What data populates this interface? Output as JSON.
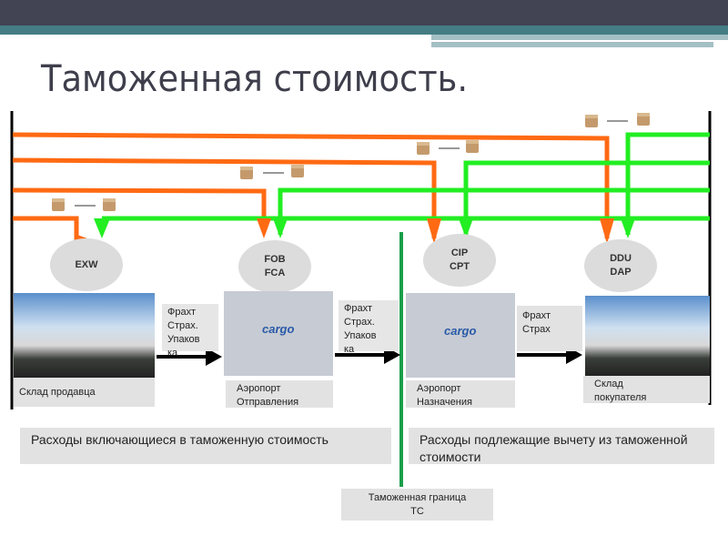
{
  "title": "Таможенная стоимость.",
  "terms": [
    {
      "lines": [
        "EXW"
      ]
    },
    {
      "lines": [
        "FOB",
        "FCA"
      ]
    },
    {
      "lines": [
        "CIP",
        "CPT"
      ]
    },
    {
      "lines": [
        "DDU",
        "DAP"
      ]
    }
  ],
  "costs": [
    {
      "lines": [
        "Фрахт",
        "Страх.",
        "Упаков",
        "ка"
      ]
    },
    {
      "lines": [
        "Фрахт",
        "Страх.",
        "Упаков",
        "ка"
      ]
    },
    {
      "lines": [
        "Фрахт",
        "Страх"
      ]
    }
  ],
  "places": [
    {
      "lines": [
        "Склад продавца"
      ]
    },
    {
      "lines": [
        "Аэропорт",
        "Отправления"
      ]
    },
    {
      "lines": [
        "Аэропорт",
        "Назначения"
      ]
    },
    {
      "lines": [
        "Склад",
        "покупателя"
      ]
    }
  ],
  "plane_text": "cargo",
  "included": "Расходы включающиеся в таможенную стоимость",
  "deducted": "Расходы подлежащие вычету из таможенной стоимости",
  "border": {
    "lines": [
      "Таможенная граница",
      "ТС"
    ]
  },
  "colors": {
    "seller": "#ff6a13",
    "buyer": "#22ee22",
    "border": "#1a9e4a"
  }
}
